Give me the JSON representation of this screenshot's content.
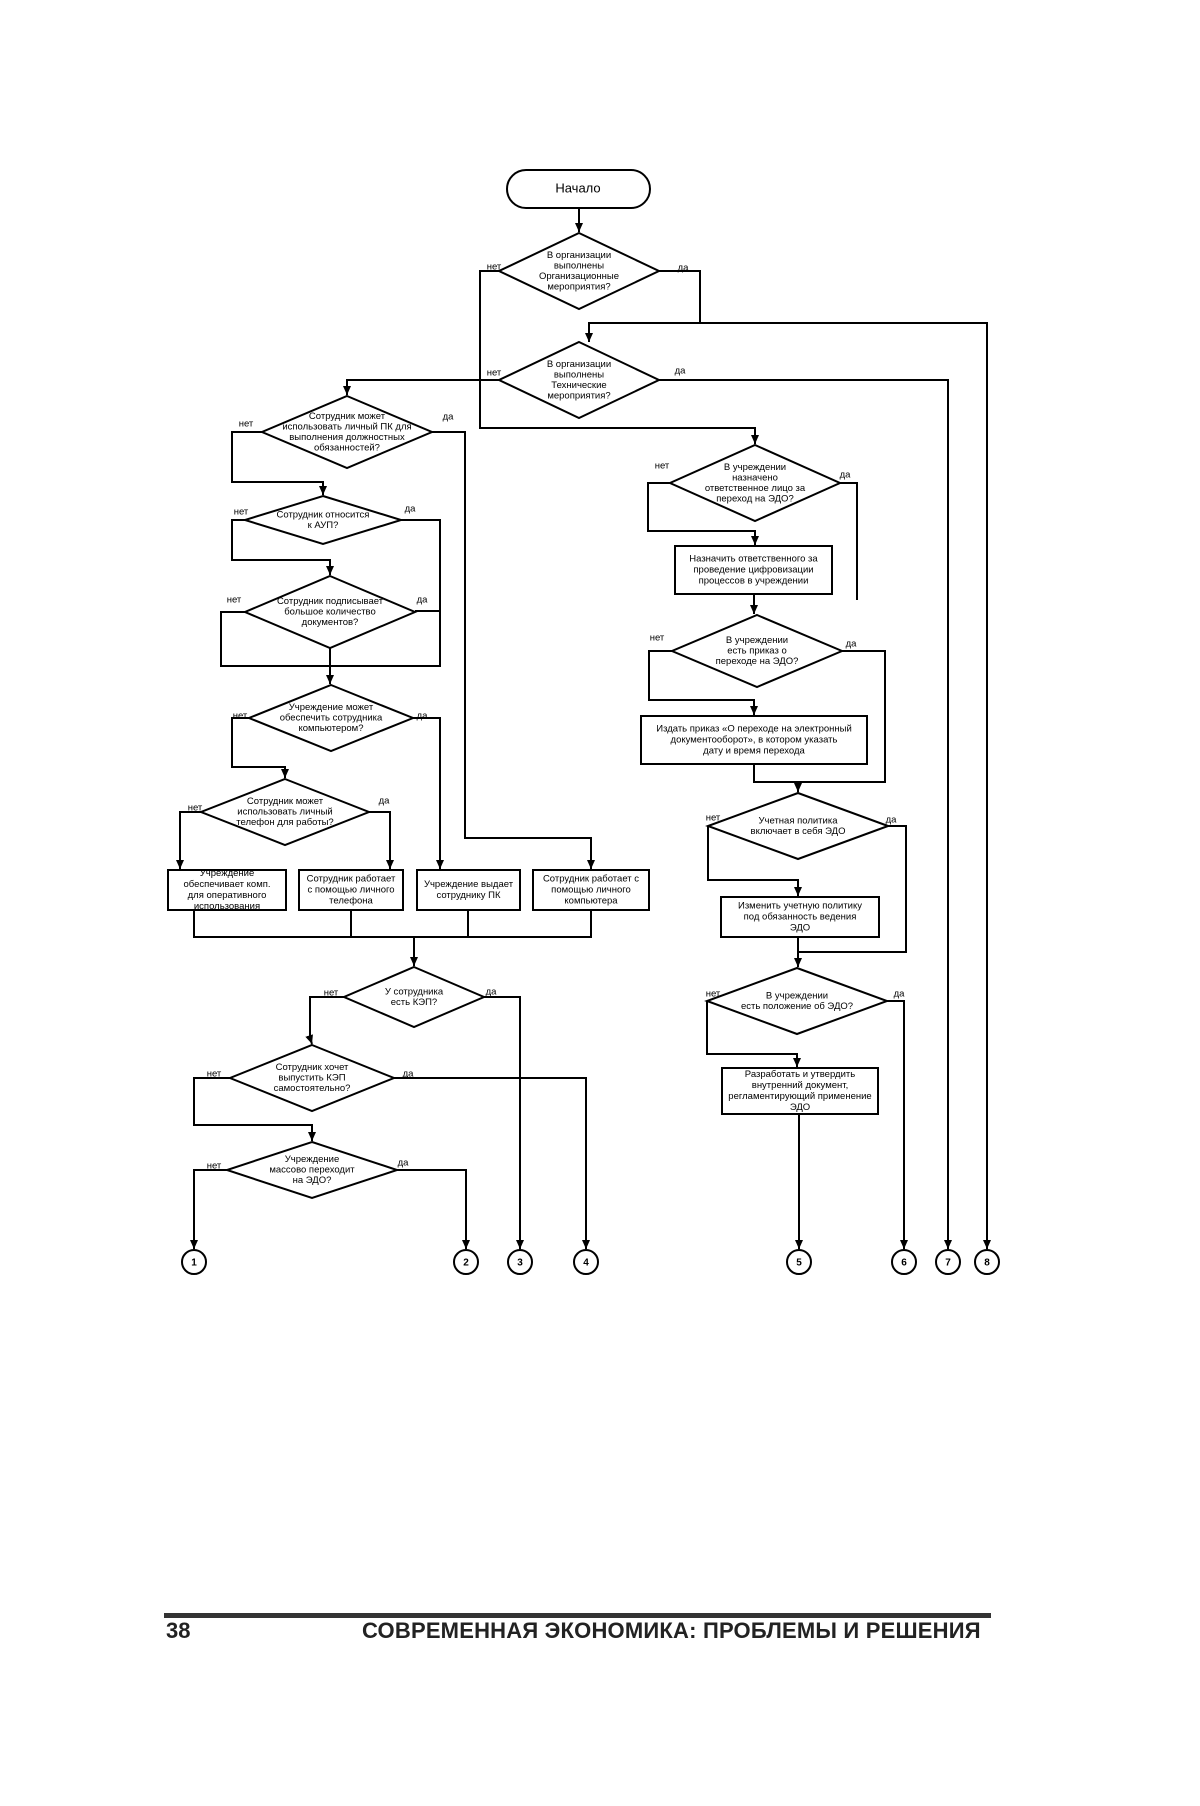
{
  "diagram": {
    "start": "Начало",
    "yes": "да",
    "no": "нет",
    "nodes": {
      "d_org": [
        "В организации",
        "выполнены",
        "Организационные",
        "мероприятия?"
      ],
      "d_tech": [
        "В организации",
        "выполнены",
        "Технические",
        "мероприятия?"
      ],
      "d_pc": [
        "Сотрудник может",
        "использовать личный ПК для",
        "выполнения должностных",
        "обязанностей?"
      ],
      "d_aup": [
        "Сотрудник относится",
        "к АУП?"
      ],
      "d_docs": [
        "Сотрудник подписывает",
        "большое количество",
        "документов?"
      ],
      "d_provide": [
        "Учреждение может",
        "обеспечить сотрудника",
        "компьютером?"
      ],
      "d_phone": [
        "Сотрудник может",
        "использовать личный",
        "телефон для работы?"
      ],
      "p_comp_oper": [
        "Учреждение",
        "обеспечивает комп.",
        "для оперативного",
        "использования"
      ],
      "p_work_phone": [
        "Сотрудник работает",
        "с помощью личного",
        "телефона"
      ],
      "p_issue_pc": [
        "Учреждение выдает",
        "сотруднику ПК"
      ],
      "p_work_pc": [
        "Сотрудник работает с",
        "помощью личного",
        "компьютера"
      ],
      "d_kep": [
        "У сотрудника",
        "есть КЭП?"
      ],
      "d_self": [
        "Сотрудник хочет",
        "выпустить КЭП",
        "самостоятельно?"
      ],
      "d_mass": [
        "Учреждение",
        "массово переходит",
        "на ЭДО?"
      ],
      "d_resp": [
        "В учреждении",
        "назначено",
        "ответственное лицо за",
        "переход на ЭДО?"
      ],
      "p_assign": [
        "Назначить ответственного за",
        "проведение цифровизации",
        "процессов в учреждении"
      ],
      "d_order": [
        "В учреждении",
        "есть приказ о",
        "переходе на ЭДО?"
      ],
      "p_order": [
        "Издать приказ «О переходе на электронный",
        "документооборот», в котором указать",
        "дату и время перехода"
      ],
      "d_policy": [
        "Учетная политика",
        "включает в себя ЭДО"
      ],
      "p_policy": [
        "Изменить учетную политику",
        "под обязанность ведения",
        "ЭДО"
      ],
      "d_regl": [
        "В учреждении",
        "есть положение об ЭДО?"
      ],
      "p_regl": [
        "Разработать и утвердить",
        "внутренний документ,",
        "регламентирующий применение",
        "ЭДО"
      ]
    },
    "connectors": [
      "1",
      "2",
      "3",
      "4",
      "5",
      "6",
      "7",
      "8"
    ]
  },
  "footer": {
    "page_number": "38",
    "journal_title": "СОВРЕМЕННАЯ ЭКОНОМИКА: ПРОБЛЕМЫ И РЕШЕНИЯ"
  }
}
